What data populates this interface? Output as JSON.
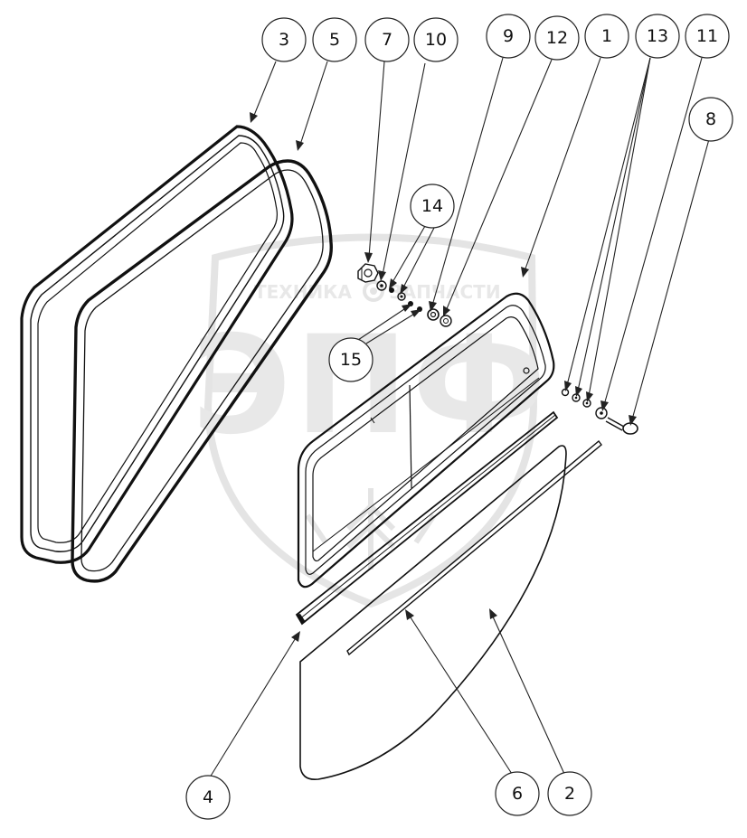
{
  "watermark": {
    "line1": "ТЕХНИКА",
    "line2": "ЗАПЧАСТИ",
    "logo": "ЭПФ"
  },
  "callouts": [
    {
      "id": "c3",
      "label": "3"
    },
    {
      "id": "c5",
      "label": "5"
    },
    {
      "id": "c7",
      "label": "7"
    },
    {
      "id": "c10",
      "label": "10"
    },
    {
      "id": "c9",
      "label": "9"
    },
    {
      "id": "c12",
      "label": "12"
    },
    {
      "id": "c1",
      "label": "1"
    },
    {
      "id": "c13",
      "label": "13"
    },
    {
      "id": "c11",
      "label": "11"
    },
    {
      "id": "c8",
      "label": "8"
    },
    {
      "id": "c14",
      "label": "14"
    },
    {
      "id": "c15",
      "label": "15"
    },
    {
      "id": "c4",
      "label": "4"
    },
    {
      "id": "c6",
      "label": "6"
    },
    {
      "id": "c2",
      "label": "2"
    }
  ]
}
